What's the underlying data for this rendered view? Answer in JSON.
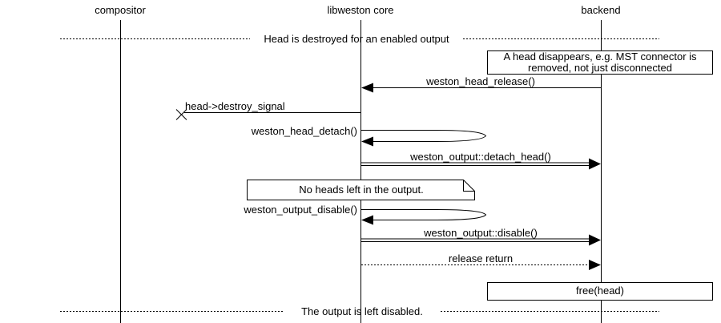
{
  "diagram": {
    "type": "sequence-diagram",
    "colors": {
      "line": "#000000",
      "background": "#ffffff"
    },
    "actors": [
      {
        "label": "compositor"
      },
      {
        "label": "libweston core"
      },
      {
        "label": "backend"
      }
    ],
    "dividers": [
      {
        "text": "Head is destroyed for an enabled output"
      },
      {
        "text": "The output is left disabled."
      }
    ],
    "notes": [
      {
        "lines": [
          "A head disappears, e.g. MST connector is",
          "removed, not just disconnected"
        ]
      },
      {
        "lines": [
          "No heads left in the output."
        ]
      }
    ],
    "action_boxes": [
      {
        "text": "free(head)"
      }
    ],
    "messages": [
      {
        "label": "weston_head_release()",
        "from": "backend",
        "to": "libweston core",
        "line": "solid"
      },
      {
        "label": "head->destroy_signal",
        "from": "libweston core",
        "to": "lost (x)",
        "line": "solid"
      },
      {
        "label": "weston_head_detach()",
        "from": "libweston core",
        "to": "libweston core",
        "line": "self-call"
      },
      {
        "label": "weston_output::detach_head()",
        "from": "libweston core",
        "to": "backend",
        "line": "double"
      },
      {
        "label": "weston_output_disable()",
        "from": "libweston core",
        "to": "libweston core",
        "line": "self-call"
      },
      {
        "label": "weston_output::disable()",
        "from": "libweston core",
        "to": "backend",
        "line": "double"
      },
      {
        "label": "release return",
        "from": "libweston core",
        "to": "backend",
        "line": "dotted"
      }
    ]
  }
}
